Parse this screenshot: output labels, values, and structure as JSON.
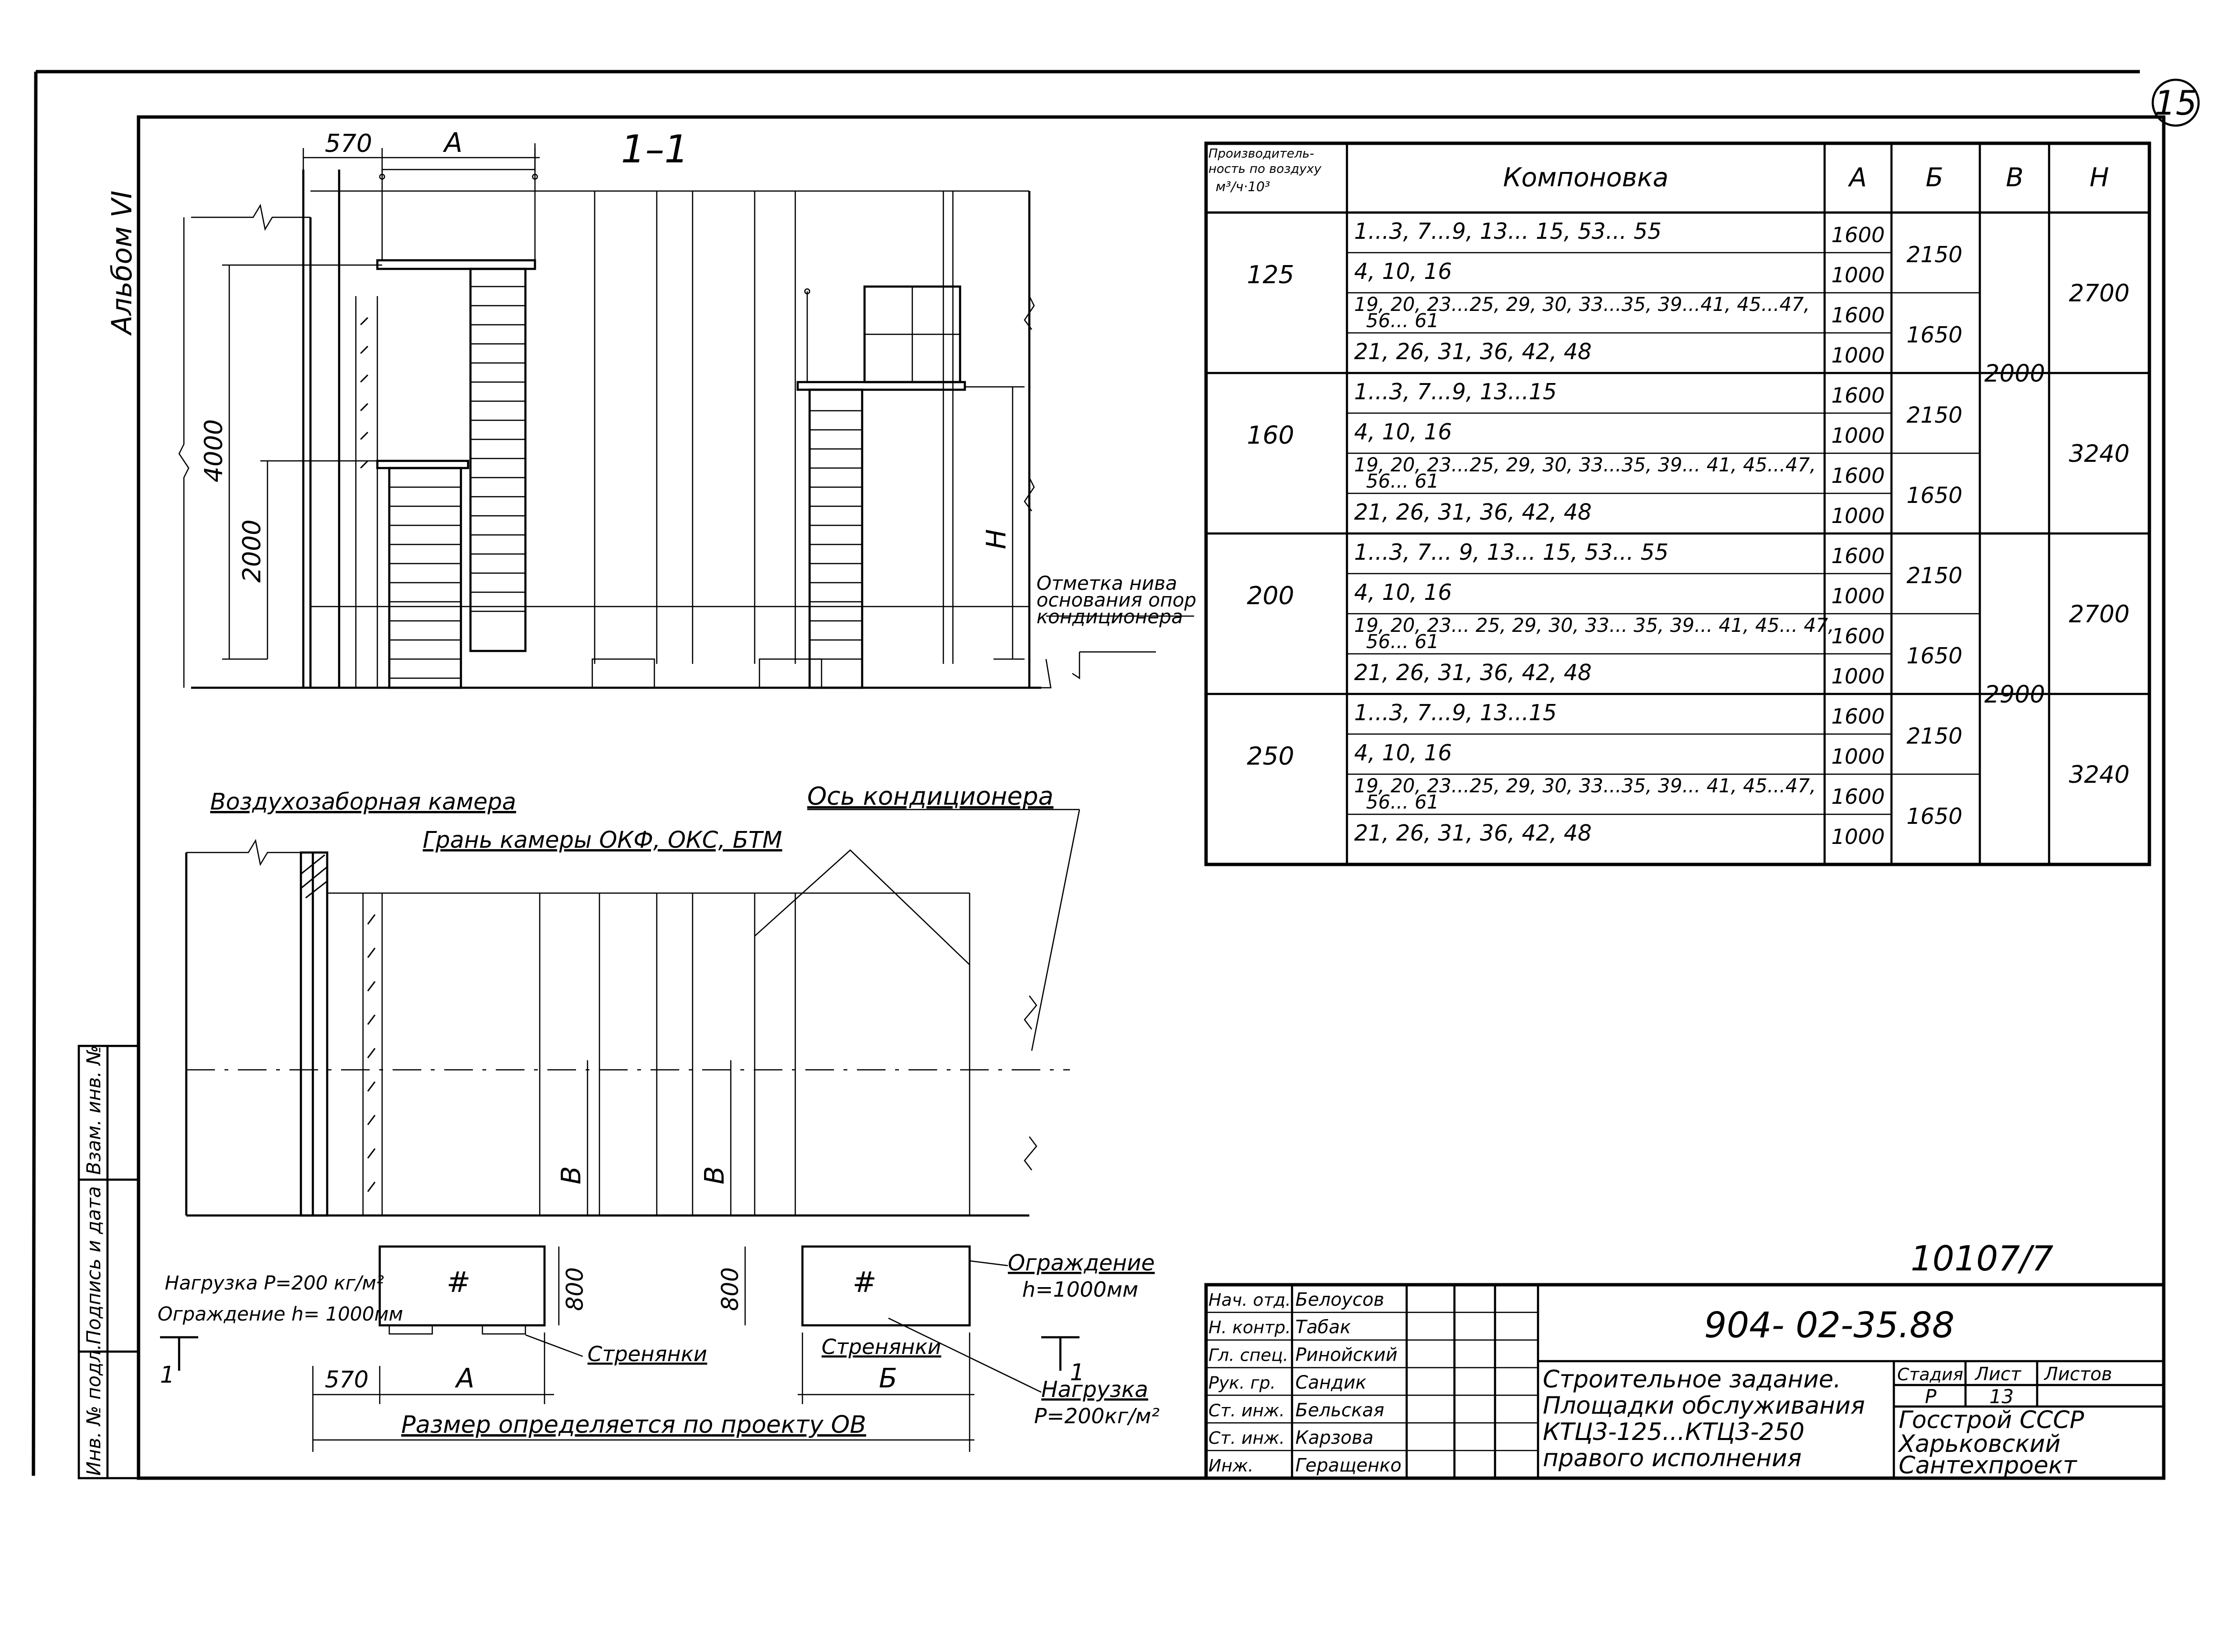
{
  "page_number": "15",
  "album": "Альбом VI",
  "section_label": "1–1",
  "elevation": {
    "dim_570": "570",
    "dim_A": "А",
    "dim_4000": "4000",
    "dim_2000": "2000",
    "dim_H": "Н",
    "level_note": [
      "Отметка нива",
      "основания опор",
      "кондиционера"
    ]
  },
  "plan": {
    "air_chamber": "Воздухозаборная камера",
    "chamber_face": "Грань камеры ОКФ, ОКС, БТМ",
    "axis": "Ось кондиционера",
    "dim_B1": "В",
    "dim_B2": "В",
    "load_left": "Нагрузка Р=200 кг/м²",
    "fence_left": "Ограждение h= 1000мм",
    "dim_800_left": "800",
    "dim_800_right": "800",
    "stringers_left": "Стренянки",
    "stringers_right": "Стренянки",
    "fence_right": [
      "Ограждение",
      "h=1000мм"
    ],
    "load_right": [
      "Нагрузка",
      "Р=200кг/м²"
    ],
    "dim_570": "570",
    "dim_A": "А",
    "dim_B": "Б",
    "size_note": "Размер определяется по проекту ОВ",
    "section_mark_left": "1",
    "section_mark_right": "1"
  },
  "table": {
    "headers": {
      "perf": [
        "Производитель-",
        "ность по воздуху",
        "м³/ч·10³"
      ],
      "layout": "Компоновка",
      "A": "А",
      "B": "Б",
      "V": "В",
      "H": "Н"
    },
    "groups": [
      {
        "perf": "125",
        "rows": [
          {
            "layout": "1...3, 7...9, 13... 15, 53... 55",
            "A": "1600"
          },
          {
            "layout": "4, 10, 16",
            "A": "1000"
          },
          {
            "layout": "19, 20, 23...25, 29, 30, 33...35, 39...41, 45...47, 56... 61",
            "A": "1600"
          },
          {
            "layout": "21, 26, 31, 36, 42, 48",
            "A": "1000"
          }
        ],
        "B": [
          "2150",
          "1650"
        ],
        "H": "2700"
      },
      {
        "perf": "160",
        "rows": [
          {
            "layout": "1...3, 7...9, 13...15",
            "A": "1600"
          },
          {
            "layout": "4, 10, 16",
            "A": "1000"
          },
          {
            "layout": "19, 20, 23...25, 29, 30, 33...35, 39... 41, 45...47, 56... 61",
            "A": "1600"
          },
          {
            "layout": "21, 26, 31, 36, 42, 48",
            "A": "1000"
          }
        ],
        "B": [
          "2150",
          "1650"
        ],
        "H": "3240"
      },
      {
        "perf": "200",
        "rows": [
          {
            "layout": "1...3, 7... 9, 13... 15, 53... 55",
            "A": "1600"
          },
          {
            "layout": "4, 10, 16",
            "A": "1000"
          },
          {
            "layout": "19, 20, 23... 25, 29, 30, 33... 35, 39... 41, 45... 47, 56... 61",
            "A": "1600"
          },
          {
            "layout": "21, 26, 31, 36, 42, 48",
            "A": "1000"
          }
        ],
        "B": [
          "2150",
          "1650"
        ],
        "H": "2700"
      },
      {
        "perf": "250",
        "rows": [
          {
            "layout": "1...3, 7...9, 13...15",
            "A": "1600"
          },
          {
            "layout": "4, 10, 16",
            "A": "1000"
          },
          {
            "layout": "19, 20, 23...25, 29, 30, 33...35, 39... 41, 45...47, 56... 61",
            "A": "1600"
          },
          {
            "layout": "21, 26, 31, 36, 42, 48",
            "A": "1000"
          }
        ],
        "B": [
          "2150",
          "1650"
        ],
        "H": "3240"
      }
    ],
    "V": [
      "2000",
      "2900"
    ]
  },
  "stamp": {
    "inventory_no": "10107/7",
    "code": "904- 02-35.88",
    "roles": [
      {
        "role": "Нач. отд.",
        "name": "Белоусов"
      },
      {
        "role": "Н. контр.",
        "name": "Табак"
      },
      {
        "role": "Гл. спец.",
        "name": "Ринойский"
      },
      {
        "role": "Рук. гр.",
        "name": "Сандик"
      },
      {
        "role": "Ст. инж.",
        "name": "Бельская"
      },
      {
        "role": "Ст. инж.",
        "name": "Карзова"
      },
      {
        "role": "Инж.",
        "name": "Геращенко"
      }
    ],
    "title": [
      "Строительное задание.",
      "Площадки обслуживания",
      "КТЦ3-125...КТЦ3-250",
      "правого исполнения"
    ],
    "stage_label": "Стадия",
    "sheet_label": "Лист",
    "sheets_label": "Листов",
    "stage": "Р",
    "sheet": "13",
    "org": [
      "Госстрой СССР",
      "Харьковский",
      "Сантехпроект"
    ]
  },
  "side_stamp": [
    "Инв. № подл.",
    "Подпись и дата",
    "Взам. инв. №"
  ]
}
